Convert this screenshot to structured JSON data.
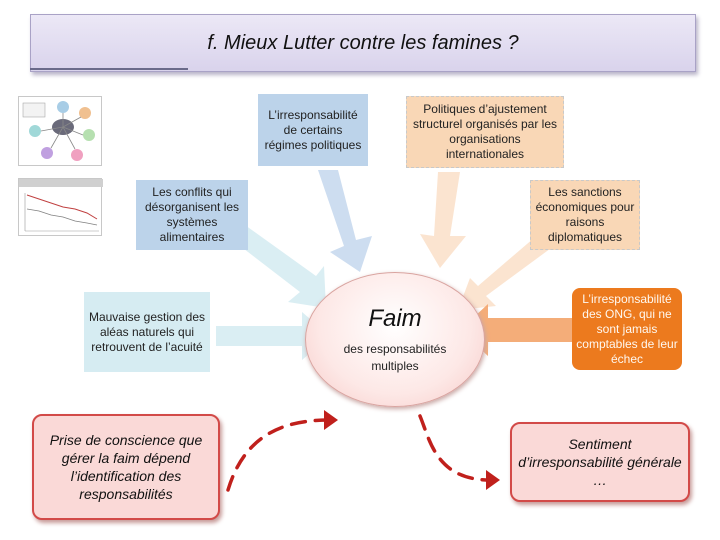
{
  "title": "f. Mieux Lutter contre les famines ?",
  "center": {
    "label": "Faim",
    "sub": "des responsabilités multiples"
  },
  "causes": {
    "regimes": "L’irresponsabilité de certains régimes politiques",
    "ajustement": "Politiques d’ajustement structurel organisés par les organisations internationales",
    "conflits": "Les conflits qui désorganisent les systèmes alimentaires",
    "sanctions": "Les sanctions économiques pour raisons diplomatiques",
    "aleas": "Mauvaise gestion des aléas naturels qui retrouvent de l’acuité",
    "ong": "L’irresponsabilité des ONG, qui ne sont jamais comptables de leur échec"
  },
  "conclusions": {
    "conscience": "Prise de conscience que gérer la faim dépend l’identification des responsabilités",
    "sentiment": "Sentiment d’irresponsabilité générale …"
  },
  "colors": {
    "blue": "#bcd3ea",
    "peach": "#f9d7b6",
    "orange": "#ec7a1e",
    "red": "#d24a48"
  }
}
